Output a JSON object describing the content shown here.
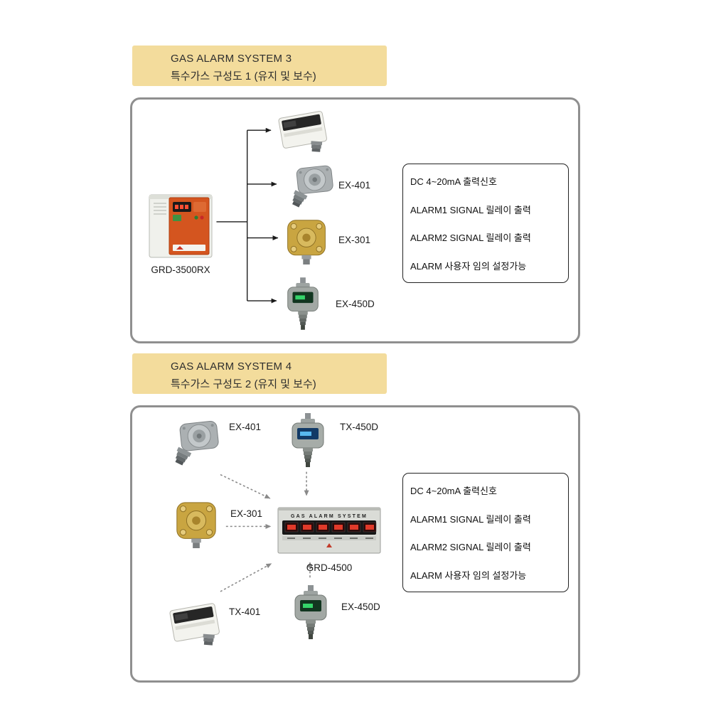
{
  "section1": {
    "header": {
      "title": "GAS ALARM SYSTEM 3",
      "subtitle": "특수가스 구성도 1 (유지 및 보수)"
    },
    "controller_label": "GRD-3500RX",
    "device_labels": {
      "ex401": "EX-401",
      "ex301": "EX-301",
      "ex450d": "EX-450D"
    },
    "specs": [
      "DC 4~20mA 출력신호",
      "ALARM1 SIGNAL 릴레이 출력",
      "ALARM2 SIGNAL 릴레이 출력",
      "ALARM 사용자 임의 설정가능"
    ]
  },
  "section2": {
    "header": {
      "title": "GAS ALARM SYSTEM 4",
      "subtitle": "특수가스 구성도 2 (유지 및 보수)"
    },
    "device_labels": {
      "ex401": "EX-401",
      "tx450d": "TX-450D",
      "ex301": "EX-301",
      "tx401": "TX-401",
      "ex450d": "EX-450D"
    },
    "panel": {
      "title": "GAS ALARM SYSTEM",
      "label": "GRD-4500"
    },
    "specs": [
      "DC 4~20mA 출력신호",
      "ALARM1 SIGNAL 릴레이 출력",
      "ALARM2 SIGNAL 릴레이 출력",
      "ALARM 사용자 임의 설정가능"
    ]
  },
  "colors": {
    "header_bg": "#f3dc9c",
    "panel_border": "#8f8f8f",
    "controller_orange": "#d4551f",
    "brass": "#c9a541",
    "display_green": "#35d46a",
    "display_blue": "#57b8ef",
    "led_red": "#e03a2a"
  }
}
